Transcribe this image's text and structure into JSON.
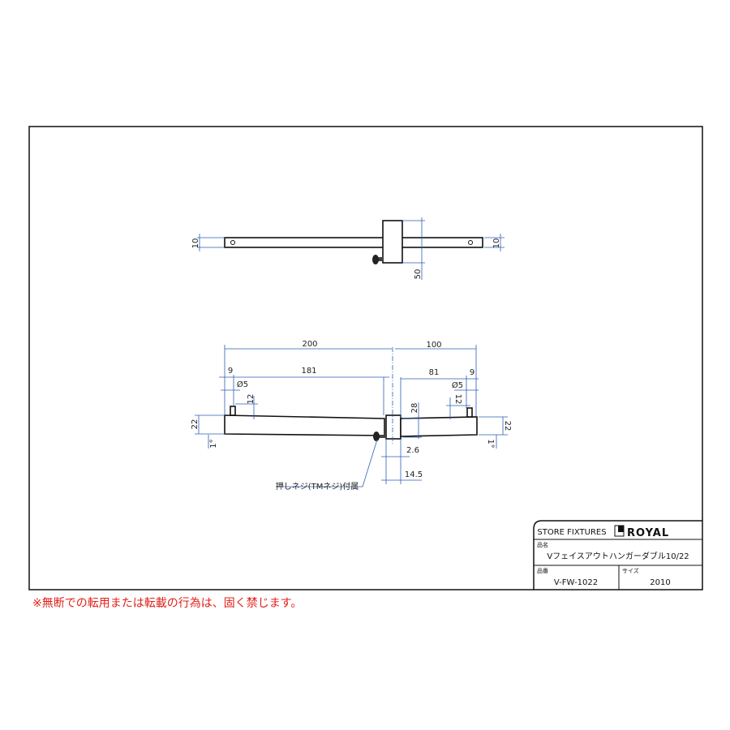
{
  "top_view": {
    "dims": {
      "left_width": "10",
      "right_width": "10",
      "block_depth": "50"
    }
  },
  "front_view": {
    "dims": {
      "left_length": "200",
      "right_length": "100",
      "left_offset": "9",
      "left_span": "181",
      "right_span": "81",
      "right_offset": "9",
      "left_pin_dia": "Ø5",
      "right_pin_dia": "Ø5",
      "left_pin_height": "12",
      "right_pin_height": "12",
      "block_height": "28",
      "left_height": "22",
      "right_height": "22",
      "left_angle": "1°",
      "right_angle": "1°",
      "gap": "2.6",
      "block_width": "14.5"
    },
    "callout": "押しネジ(TMネジ)付属"
  },
  "title_block": {
    "company_label": "STORE FIXTURES",
    "logo_text": "ROYAL",
    "name_label": "品名",
    "name_value": "Vフェイスアウトハンガーダブル10/22",
    "number_label": "品番",
    "number_value": "V-FW-1022",
    "size_label": "サイズ",
    "size_value": "2010"
  },
  "notice": "※無断での転用または転載の行為は、固く禁じます。",
  "colors": {
    "dimension": "#2b5fb8",
    "notice": "#e0201a"
  }
}
